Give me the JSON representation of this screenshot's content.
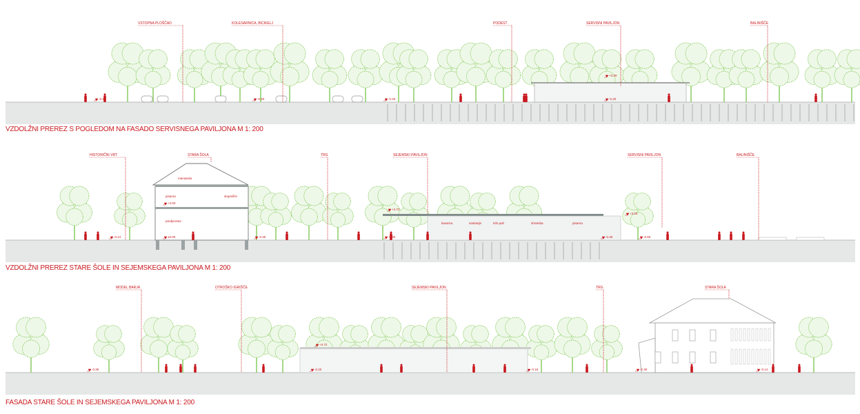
{
  "colors": {
    "accent": "#c8181e",
    "tree": "#8fcf6a",
    "ground": "#e6e8e7",
    "building": "#9aa2a2"
  },
  "sections": [
    {
      "title": "VZDOLŽNI PREREZ S POGLEDOM NA FASADO SERVISNEGA PAVILJONA M 1: 200",
      "labels": [
        "VSTOPNA PLOŠČAD",
        "KOLESARNICA, BICIKELJ",
        "PODEST",
        "SERVISNI PAVILJON",
        "BALINIŠČE"
      ],
      "levels": [
        "-0.30",
        "-0.20",
        "-0.40",
        "-0.20",
        "+3.20"
      ]
    },
    {
      "title": "VZDOLŽNI PREREZ STARE ŠOLE IN  SEJEMSKEGA PAVILJONA M 1: 200",
      "labels": [
        "HISTORIČNI VRT",
        "STARA ŠOLA",
        "TRG",
        "SEJEMSKI PAVILJON",
        "SERVISNI PAVILJON",
        "BALINIŠČE"
      ],
      "levels": [
        "-0.14",
        "+4.00",
        "±0.00",
        "-0.30",
        "+4.72",
        "-0.30",
        "-0.30",
        "+3.20",
        "-0.60"
      ],
      "rooms": [
        "mansarda",
        "pisarna",
        "stopnišče",
        "predprostor",
        "kavarna",
        "sanitarije",
        "info pult",
        "shramba",
        "pisarna"
      ]
    },
    {
      "title": "FASADA STARE ŠOLE IN SEJEMSKEGA PAVILJONA M 1: 200",
      "labels": [
        "MODEL BARJA",
        "OTROŠKO IGRIŠČE",
        "SEJEMSKI PAVILJON",
        "TRG",
        "STARA ŠOLA"
      ],
      "levels": [
        "-0.36",
        "+4.72",
        "-0.20",
        "-0.16",
        "-0.30",
        "-0.14"
      ]
    }
  ]
}
